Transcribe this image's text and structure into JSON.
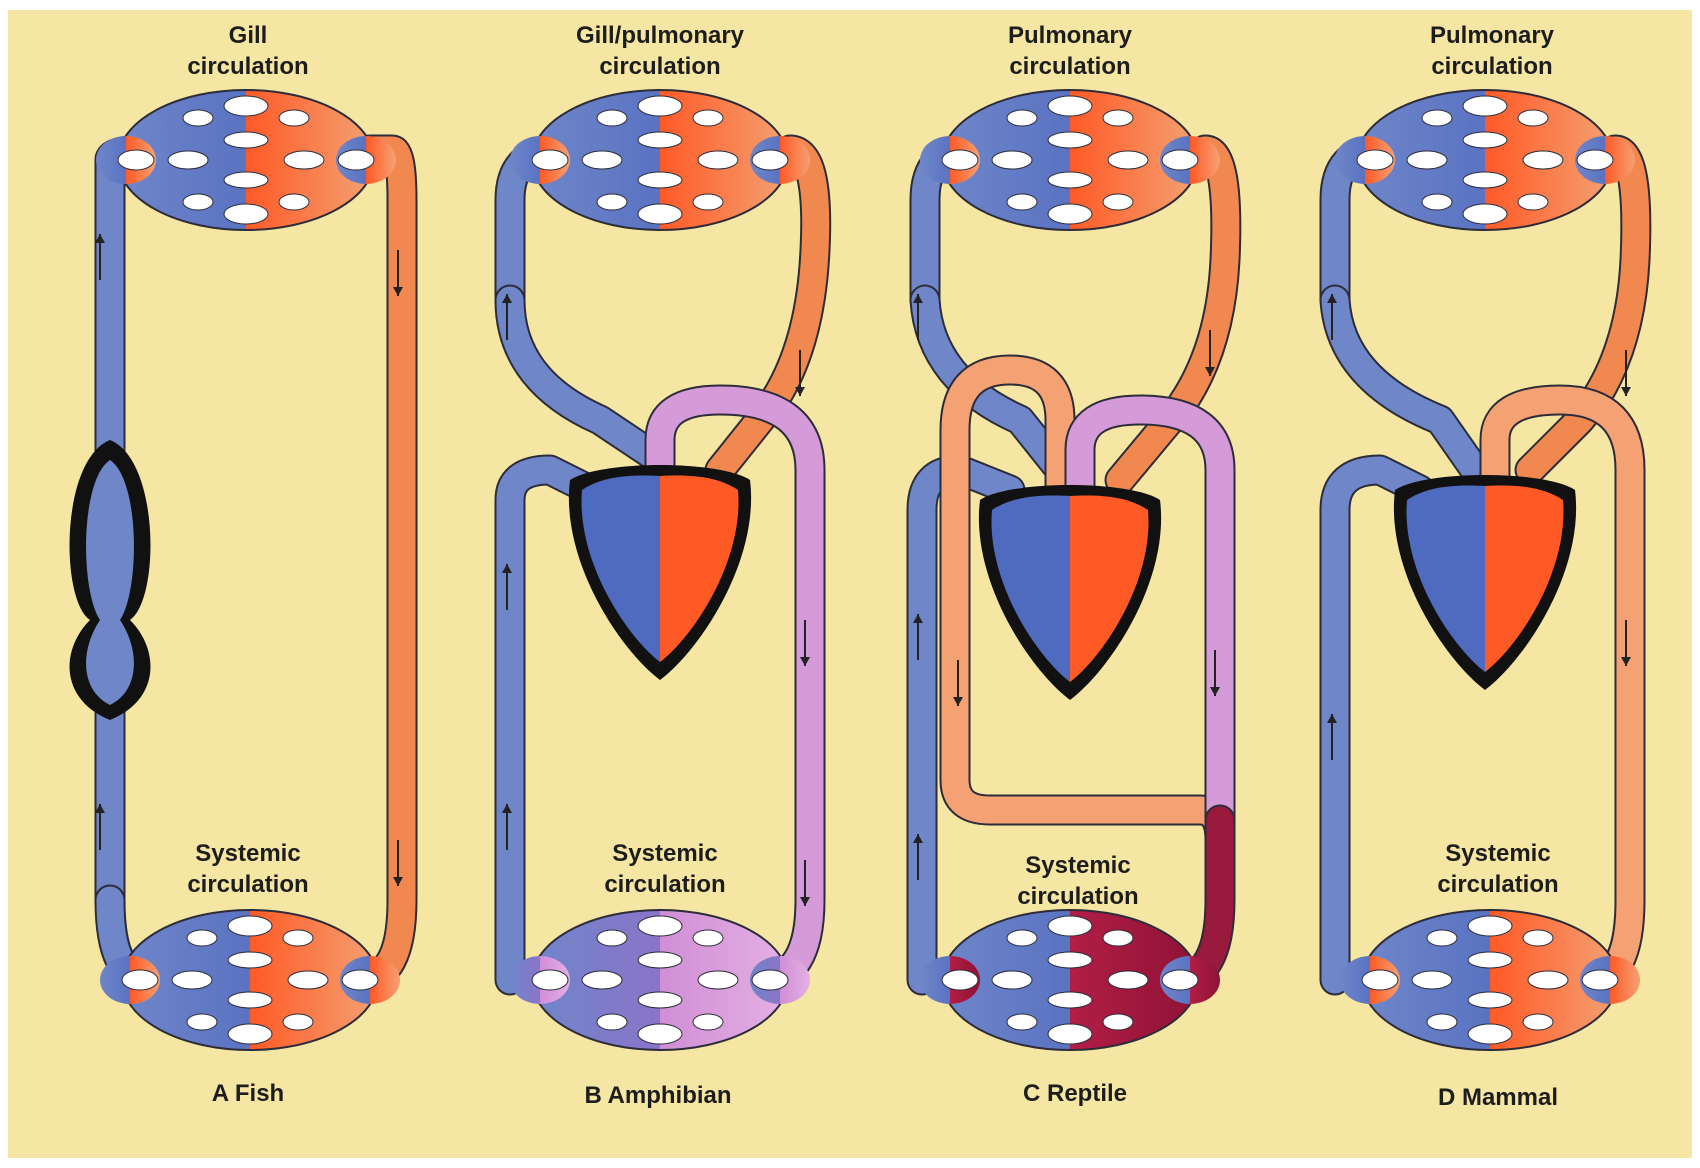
{
  "colors": {
    "background": "#f5e6a3",
    "deoxygenated": "#6f86c9",
    "oxygenated": "#f0884f",
    "mixed": "#d59ad8",
    "reptile_systemic": "#9a1a3e",
    "heart_outline": "#111111",
    "text": "#1d1d1d"
  },
  "panels": [
    {
      "id": "A",
      "letter": "A",
      "name": "Fish",
      "top_label": "Gill\ncirculation",
      "bottom_label": "Systemic\ncirculation"
    },
    {
      "id": "B",
      "letter": "B",
      "name": "Amphibian",
      "top_label": "Gill/pulmonary\ncirculation",
      "bottom_label": "Systemic\ncirculation"
    },
    {
      "id": "C",
      "letter": "C",
      "name": "Reptile",
      "top_label": "Pulmonary\ncirculation",
      "bottom_label": "Systemic\ncirculation"
    },
    {
      "id": "D",
      "letter": "D",
      "name": "Mammal",
      "top_label": "Pulmonary\ncirculation",
      "bottom_label": "Systemic\ncirculation"
    }
  ],
  "captions": {
    "A": "A  Fish",
    "B": "B  Amphibian",
    "C": "C  Reptile",
    "D": "D  Mammal"
  }
}
